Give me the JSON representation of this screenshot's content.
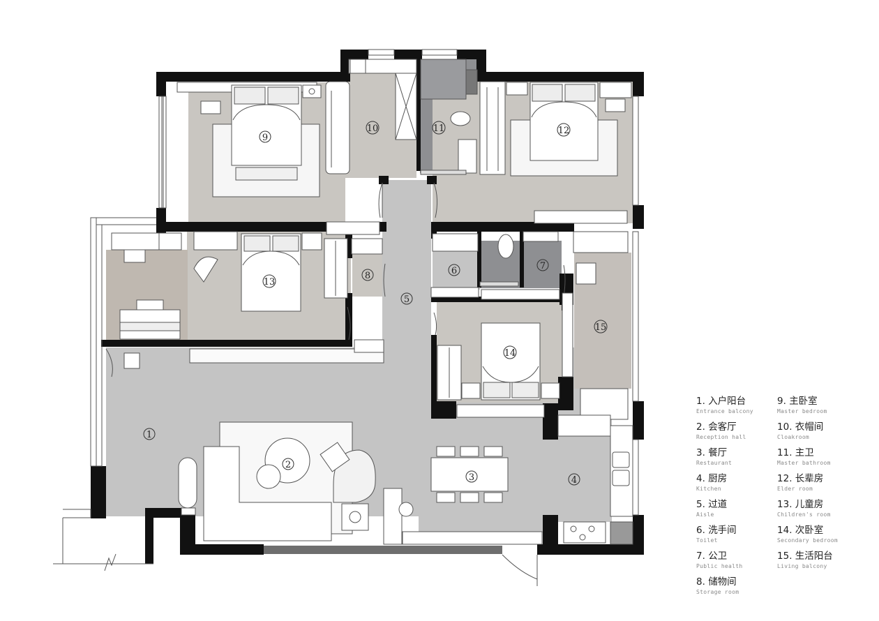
{
  "rooms": [
    {
      "number": "1",
      "name": "入户阳台",
      "name_en": "Entrance balcony"
    },
    {
      "number": "2",
      "name": "会客厅",
      "name_en": "Reception hall"
    },
    {
      "number": "3",
      "name": "餐厅",
      "name_en": "Restaurant"
    },
    {
      "number": "4",
      "name": "厨房",
      "name_en": "Kitchen"
    },
    {
      "number": "5",
      "name": "过道",
      "name_en": "Aisle"
    },
    {
      "number": "6",
      "name": "洗手间",
      "name_en": "Toilet"
    },
    {
      "number": "7",
      "name": "公卫",
      "name_en": "Public health"
    },
    {
      "number": "8",
      "name": "储物间",
      "name_en": "Storage room"
    },
    {
      "number": "9",
      "name": "主卧室",
      "name_en": "Master bedroom"
    },
    {
      "number": "10",
      "name": "衣帽间",
      "name_en": "Cloakroom"
    },
    {
      "number": "11",
      "name": "主卫",
      "name_en": "Master bathroom"
    },
    {
      "number": "12",
      "name": "长辈房",
      "name_en": "Elder room"
    },
    {
      "number": "13",
      "name": "儿童房",
      "name_en": "Children's room"
    },
    {
      "number": "14",
      "name": "次卧室",
      "name_en": "Secondary bedroom"
    },
    {
      "number": "15",
      "name": "生活阳台",
      "name_en": "Living balcony"
    }
  ],
  "colors": {
    "wall": "#111111",
    "floor_gray": "#c4c4c4",
    "floor_bedroom": "#c9c6c1",
    "floor_bath": "#8e8f92",
    "floor_balcony": "#bfb8b0",
    "furniture": "#ffffff",
    "legend_en": "#8a8a8a"
  }
}
